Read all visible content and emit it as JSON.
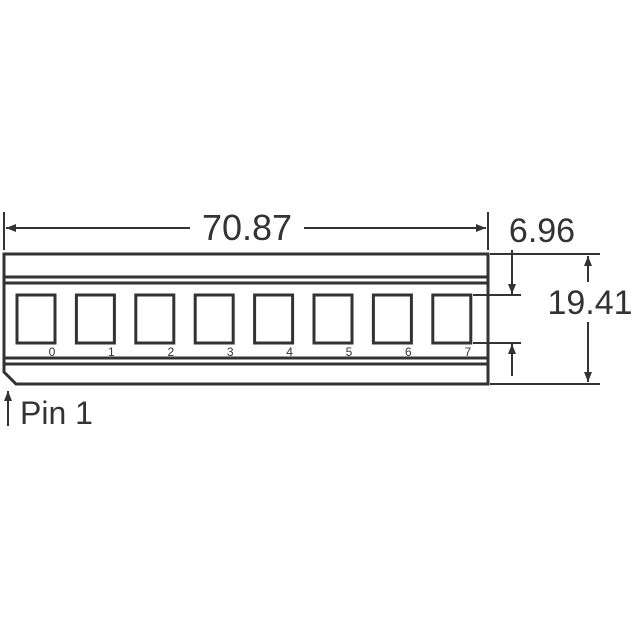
{
  "dimensions": {
    "length": "70.87",
    "segment_height": "6.96",
    "total_height": "19.41"
  },
  "segment_labels": [
    "0",
    "1",
    "2",
    "3",
    "4",
    "5",
    "6",
    "7"
  ],
  "pin_label": "Pin 1",
  "colors": {
    "line": "#333333",
    "background": "#ffffff"
  }
}
